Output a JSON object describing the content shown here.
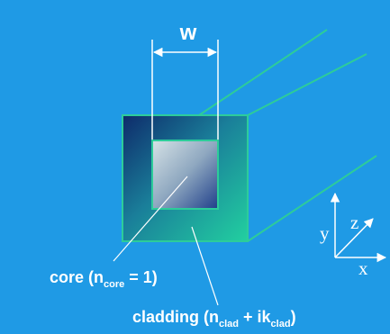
{
  "diagram": {
    "width_label": "w",
    "core_label": {
      "prefix": "core (n",
      "subscript": "core",
      "suffix": " = 1)"
    },
    "cladding_label": {
      "prefix": "cladding (n",
      "subscript1": "clad",
      "middle": " + ik",
      "subscript2": "clad",
      "suffix": ")"
    },
    "axes": {
      "x": "x",
      "y": "y",
      "z": "z"
    },
    "colors": {
      "background": "#1f9ae5",
      "line": "#2dcc9a",
      "cladding_dark": "#0e2a6a",
      "cladding_light": "#22d0a0",
      "core_light": "#c8d8e0",
      "core_dark": "#1f3f8a",
      "text": "#ffffff"
    }
  }
}
